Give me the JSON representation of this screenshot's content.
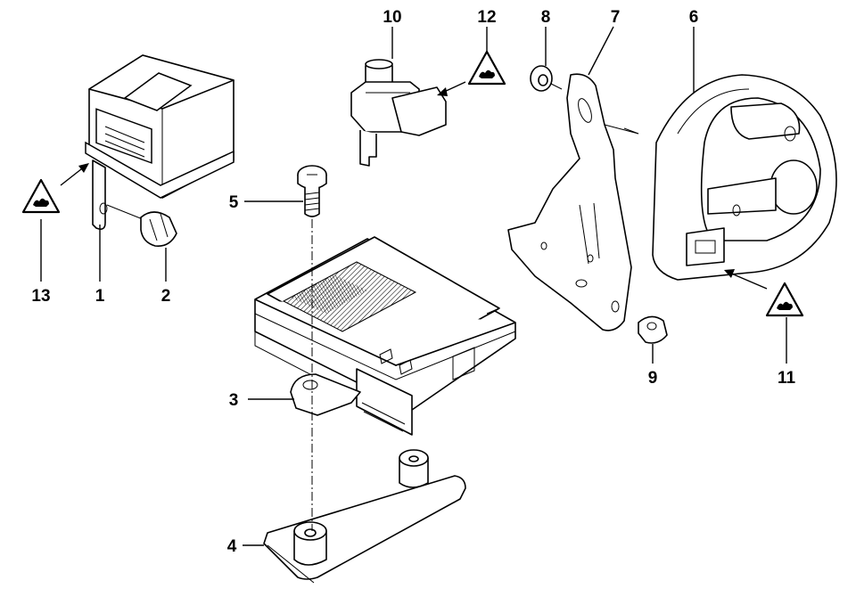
{
  "diagram": {
    "callouts": {
      "c1": "1",
      "c2": "2",
      "c3": "3",
      "c4": "4",
      "c5": "5",
      "c6": "6",
      "c7": "7",
      "c8": "8",
      "c9": "9",
      "c10": "10",
      "c11": "11",
      "c12": "12",
      "c13": "13"
    },
    "warning_icon": "wiring-warning-triangle-icon"
  }
}
